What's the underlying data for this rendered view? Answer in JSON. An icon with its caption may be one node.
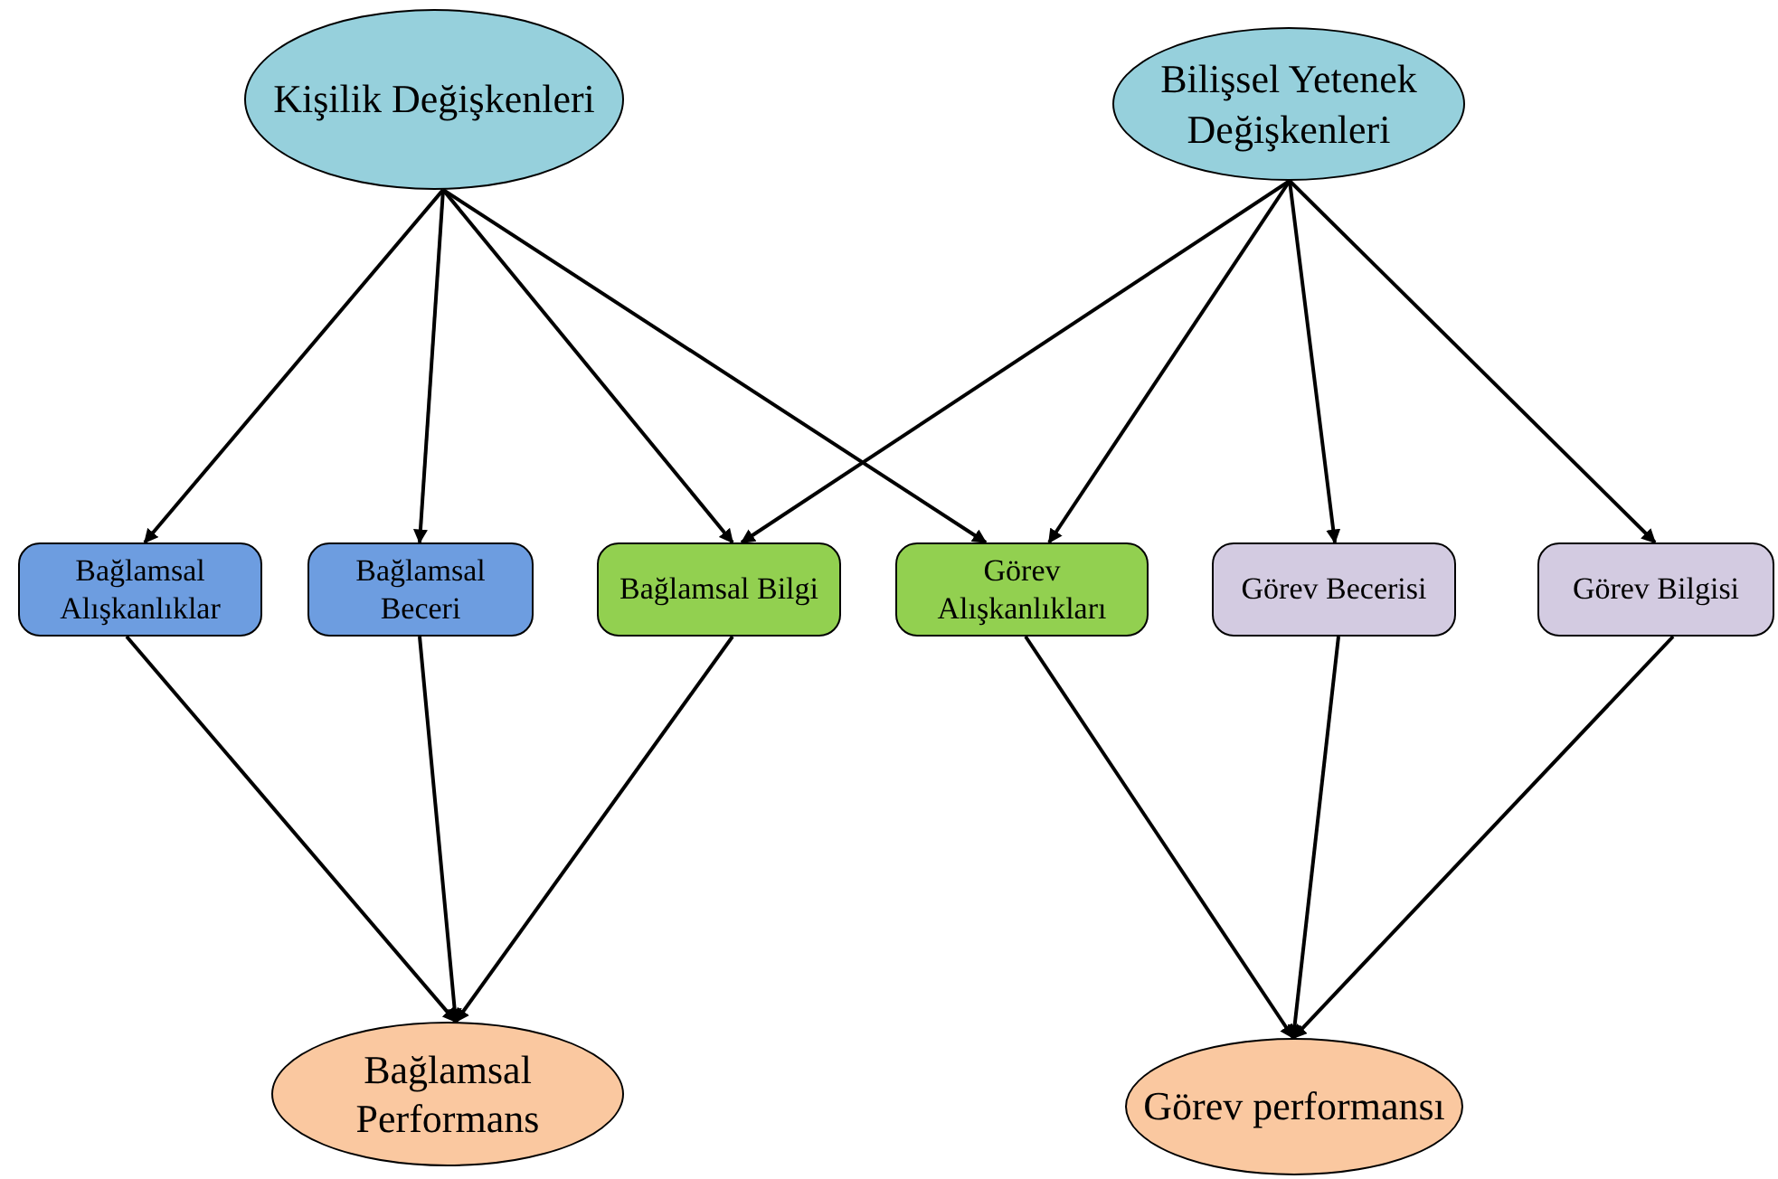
{
  "diagram": {
    "nodes": [
      {
        "text": [
          "Kişilik Değişkenleri"
        ]
      },
      {
        "text": [
          "Bilişsel Yetenek Değişkenleri"
        ]
      },
      {
        "text": [
          "Bağlamsal Alışkanlıklar"
        ]
      },
      {
        "text": [
          "Bağlamsal Beceri"
        ]
      },
      {
        "text": [
          "Bağlamsal Bilgi"
        ]
      },
      {
        "text": [
          "Görev Alışkanlıkları"
        ]
      },
      {
        "text": [
          "Görev Becerisi"
        ]
      },
      {
        "text": [
          "Görev Bilgisi"
        ]
      },
      {
        "text": [
          "Bağlamsal Performans"
        ]
      },
      {
        "text": [
          "Görev performansı"
        ]
      }
    ],
    "edges": [
      {
        "from": 0,
        "to": 2,
        "arrow": "to"
      },
      {
        "from": 0,
        "to": 3,
        "arrow": "to"
      },
      {
        "from": 0,
        "to": 4,
        "arrow": "to"
      },
      {
        "from": 0,
        "to": 5,
        "arrow": "to"
      },
      {
        "from": 1,
        "to": 4,
        "arrow": "to"
      },
      {
        "from": 1,
        "to": 5,
        "arrow": "to"
      },
      {
        "from": 1,
        "to": 6,
        "arrow": "to"
      },
      {
        "from": 1,
        "to": 7,
        "arrow": "to"
      },
      {
        "from": 2,
        "to": 8,
        "arrow": "to"
      },
      {
        "from": 3,
        "to": 8,
        "arrow": "to"
      },
      {
        "from": 4,
        "to": 8,
        "arrow": "to"
      },
      {
        "from": 5,
        "to": 9,
        "arrow": "to"
      },
      {
        "from": 6,
        "to": 9,
        "arrow": "to"
      },
      {
        "from": 7,
        "to": 9,
        "arrow": "to"
      }
    ]
  }
}
